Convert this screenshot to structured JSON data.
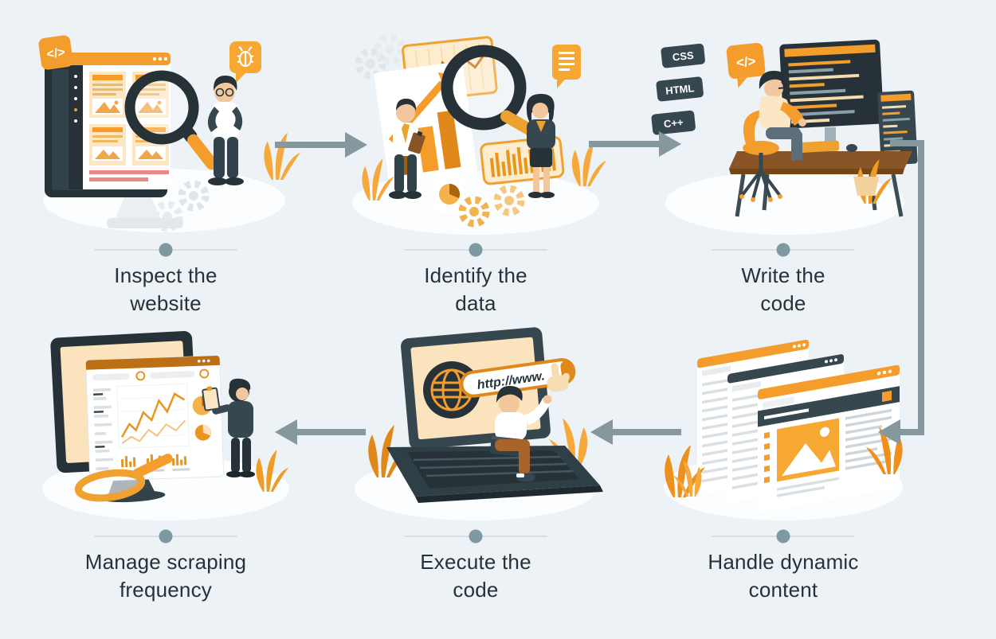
{
  "colors": {
    "background": "#edf2f6",
    "arrow": "#84989d",
    "divider_line": "#d8dee1",
    "divider_dot": "#7f99a3",
    "caption_text": "#263238",
    "orange": "#f49d2c",
    "orange_dark": "#e0891a",
    "orange_light": "#fbe3bd",
    "dark_teal": "#263238",
    "mid_teal": "#37474f",
    "desk_brown": "#8a5526",
    "white": "#ffffff"
  },
  "steps": [
    {
      "id": "inspect-website",
      "label": "Inspect the website",
      "lines": [
        "Inspect the",
        "website"
      ],
      "badges": {
        "code": "</>"
      }
    },
    {
      "id": "identify-data",
      "label": "Identify the data",
      "lines": [
        "Identify the",
        "data"
      ]
    },
    {
      "id": "write-code",
      "label": "Write the code",
      "lines": [
        "Write the",
        "code"
      ],
      "badges": {
        "lang1": "CSS",
        "lang2": "HTML",
        "lang3": "C++",
        "code": "</>"
      }
    },
    {
      "id": "handle-dynamic-content",
      "label": "Handle dynamic content",
      "lines": [
        "Handle dynamic",
        "content"
      ]
    },
    {
      "id": "execute-code",
      "label": "Execute the code",
      "lines": [
        "Execute the",
        "code"
      ],
      "badges": {
        "url": "http://www."
      }
    },
    {
      "id": "manage-scraping-frequency",
      "label": "Manage scraping frequency",
      "lines": [
        "Manage scraping",
        "frequency"
      ]
    }
  ],
  "flow": {
    "arrow_top_1": "right",
    "arrow_top_2": "right",
    "arrow_side_elbow": "down-then-left",
    "arrow_bottom_1": "left",
    "arrow_bottom_2": "left"
  }
}
